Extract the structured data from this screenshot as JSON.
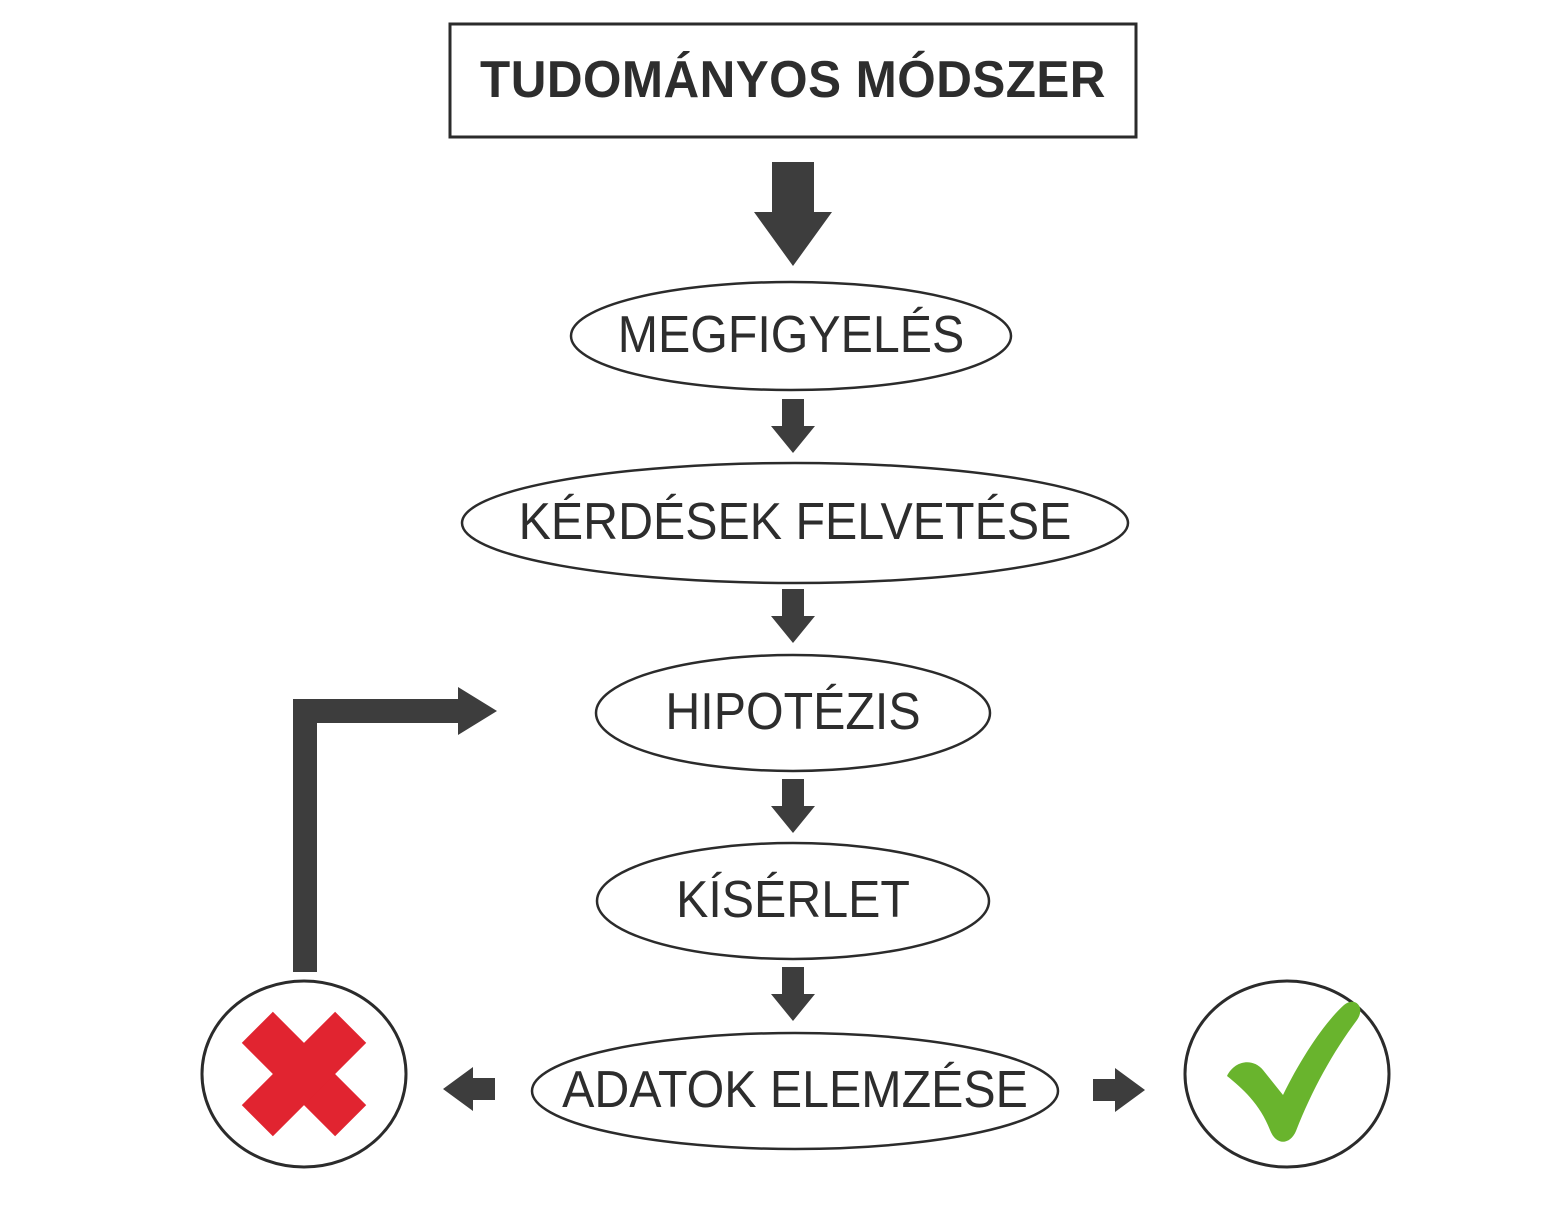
{
  "title": "TUDOMÁNYOS MÓDSZER",
  "nodes": {
    "observation": "MEGFIGYELÉS",
    "questions": "KÉRDÉSEK FELVETÉSE",
    "hypothesis": "HIPOTÉZIS",
    "experiment": "KÍSÉRLET",
    "analysis": "ADATOK ELEMZÉSE"
  },
  "colors": {
    "background": "#ffffff",
    "outline": "#2b2b2b",
    "arrow": "#3d3d3d",
    "text": "#2d2d2d",
    "reject_red": "#e12430",
    "accept_green": "#69b42d"
  }
}
